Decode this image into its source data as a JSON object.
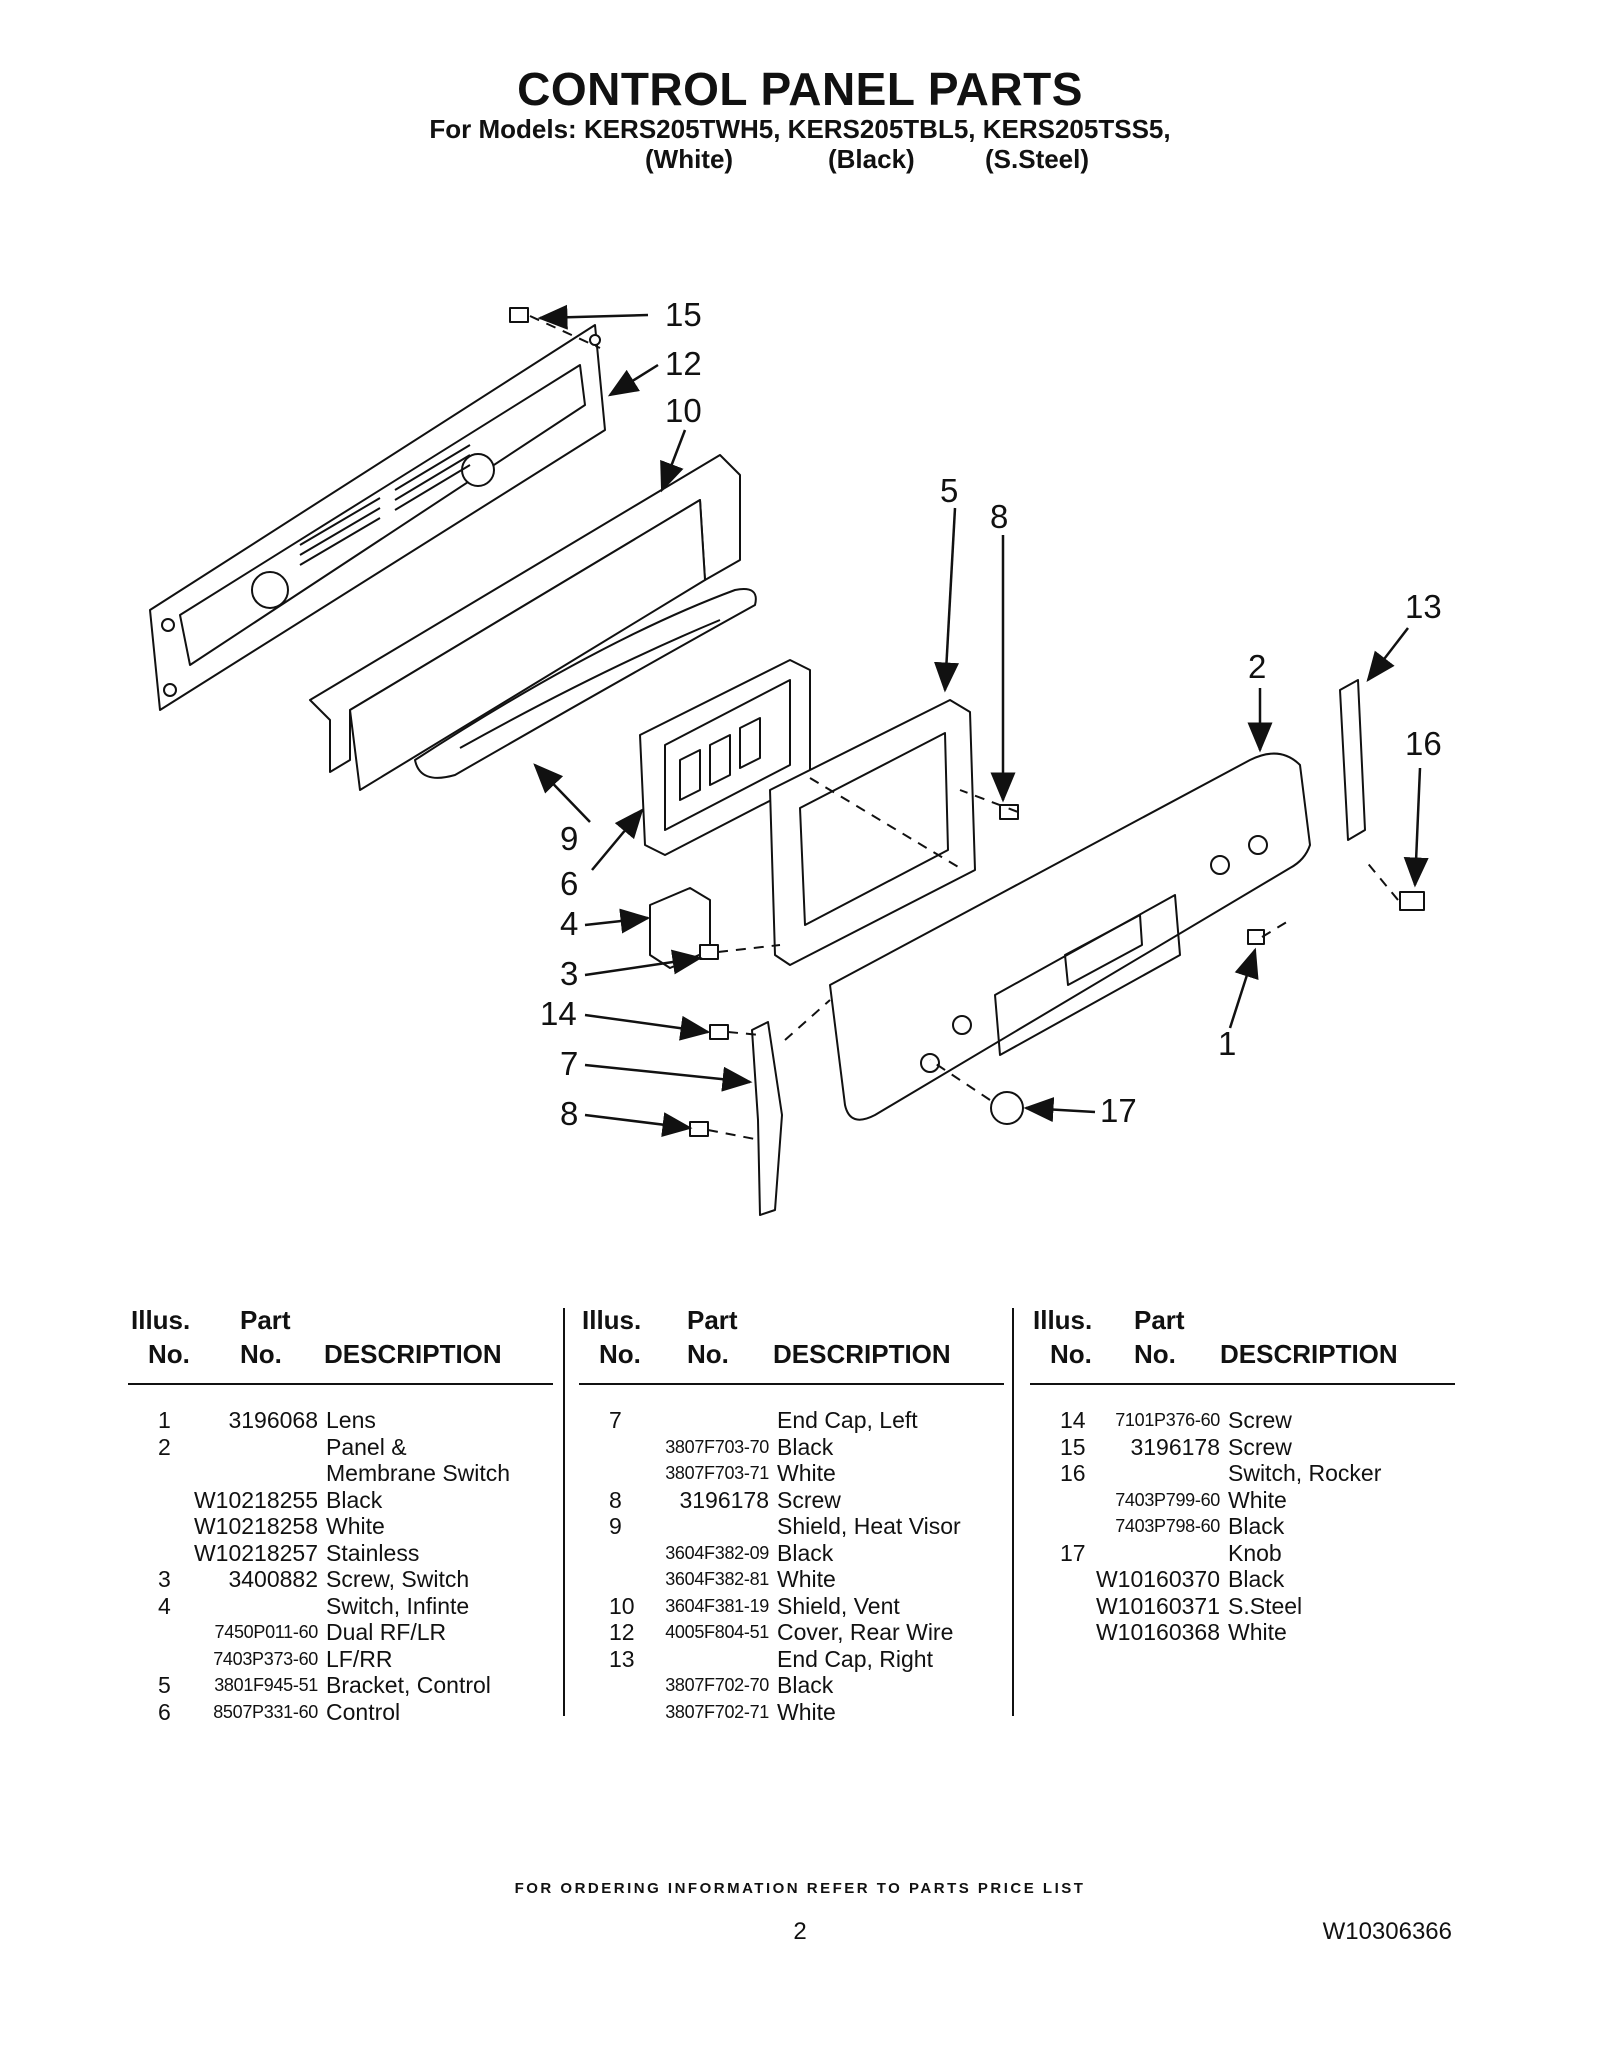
{
  "header": {
    "title": "CONTROL PANEL PARTS",
    "models_line": "For Models: KERS205TWH5, KERS205TBL5, KERS205TSS5,",
    "finishes": [
      "(White)",
      "(Black)",
      "(S.Steel)"
    ]
  },
  "diagram": {
    "callouts": [
      "15",
      "12",
      "10",
      "5",
      "8",
      "13",
      "2",
      "16",
      "9",
      "6",
      "4",
      "3",
      "14",
      "7",
      "8",
      "1",
      "17"
    ]
  },
  "table_headers": {
    "illus": "Illus.",
    "no": "No.",
    "part": "Part",
    "description": "DESCRIPTION"
  },
  "tables": [
    {
      "rows": [
        {
          "illus": "1",
          "part": "3196068",
          "desc": "Lens"
        },
        {
          "illus": "2",
          "part": "",
          "desc": "Panel &"
        },
        {
          "illus": "",
          "part": "",
          "desc": "Membrane Switch"
        },
        {
          "illus": "",
          "part": "W10218255",
          "desc": "Black"
        },
        {
          "illus": "",
          "part": "W10218258",
          "desc": "White"
        },
        {
          "illus": "",
          "part": "W10218257",
          "desc": "Stainless"
        },
        {
          "illus": "3",
          "part": "3400882",
          "desc": "Screw, Switch"
        },
        {
          "illus": "4",
          "part": "",
          "desc": "Switch, Infinte"
        },
        {
          "illus": "",
          "part": "7450P011-60",
          "desc": "Dual RF/LR"
        },
        {
          "illus": "",
          "part": "7403P373-60",
          "desc": "LF/RR"
        },
        {
          "illus": "5",
          "part": "3801F945-51",
          "desc": "Bracket, Control"
        },
        {
          "illus": "6",
          "part": "8507P331-60",
          "desc": "Control"
        }
      ]
    },
    {
      "rows": [
        {
          "illus": "7",
          "part": "",
          "desc": "End Cap, Left"
        },
        {
          "illus": "",
          "part": "3807F703-70",
          "desc": "Black"
        },
        {
          "illus": "",
          "part": "3807F703-71",
          "desc": "White"
        },
        {
          "illus": "8",
          "part": "3196178",
          "desc": "Screw"
        },
        {
          "illus": "9",
          "part": "",
          "desc": "Shield, Heat Visor"
        },
        {
          "illus": "",
          "part": "3604F382-09",
          "desc": "Black"
        },
        {
          "illus": "",
          "part": "3604F382-81",
          "desc": "White"
        },
        {
          "illus": "10",
          "part": "3604F381-19",
          "desc": "Shield, Vent"
        },
        {
          "illus": "12",
          "part": "4005F804-51",
          "desc": "Cover, Rear Wire"
        },
        {
          "illus": "13",
          "part": "",
          "desc": "End Cap, Right"
        },
        {
          "illus": "",
          "part": "3807F702-70",
          "desc": "Black"
        },
        {
          "illus": "",
          "part": "3807F702-71",
          "desc": "White"
        }
      ]
    },
    {
      "rows": [
        {
          "illus": "14",
          "part": "7101P376-60",
          "desc": "Screw"
        },
        {
          "illus": "15",
          "part": "3196178",
          "desc": "Screw"
        },
        {
          "illus": "16",
          "part": "",
          "desc": "Switch, Rocker"
        },
        {
          "illus": "",
          "part": "7403P799-60",
          "desc": "White"
        },
        {
          "illus": "",
          "part": "7403P798-60",
          "desc": "Black"
        },
        {
          "illus": "17",
          "part": "",
          "desc": "Knob"
        },
        {
          "illus": "",
          "part": "W10160370",
          "desc": "Black"
        },
        {
          "illus": "",
          "part": "W10160371",
          "desc": "S.Steel"
        },
        {
          "illus": "",
          "part": "W10160368",
          "desc": "White"
        }
      ]
    }
  ],
  "footer": {
    "ordering_note": "FOR ORDERING INFORMATION REFER TO PARTS PRICE LIST",
    "page_number": "2",
    "document_number": "W10306366"
  }
}
